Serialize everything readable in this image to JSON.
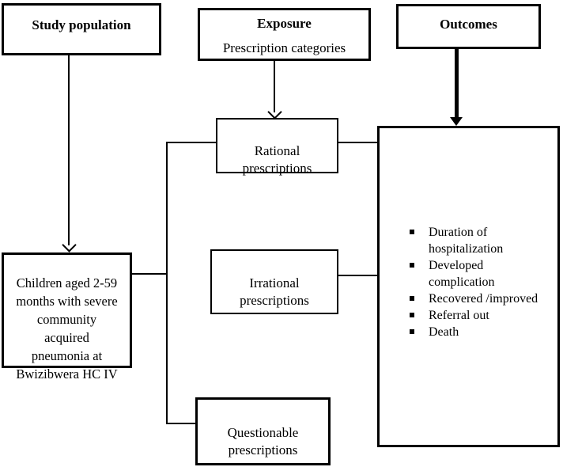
{
  "diagram": {
    "title": "Conceptual framework: study population, exposure and outcomes",
    "study_population": {
      "header": "Study population",
      "population": "Children aged 2-59\nmonths with severe\ncommunity\nacquired\npneumonia at\nBwizibwera HC IV"
    },
    "exposure": {
      "header": "Exposure",
      "subheader": "Prescription categories",
      "categories": [
        {
          "label": "Rational\nprescriptions"
        },
        {
          "label": "Irrational\nprescriptions"
        },
        {
          "label": "Questionable\nprescriptions"
        }
      ]
    },
    "outcomes": {
      "header": "Outcomes",
      "items": [
        "Duration of\nhospitalization",
        "Developed\ncomplication",
        "Recovered /improved",
        "Referral out",
        "Death"
      ]
    },
    "colors": {
      "line": "#000000",
      "border": "#000000",
      "text": "#000000",
      "background": "#ffffff"
    }
  }
}
